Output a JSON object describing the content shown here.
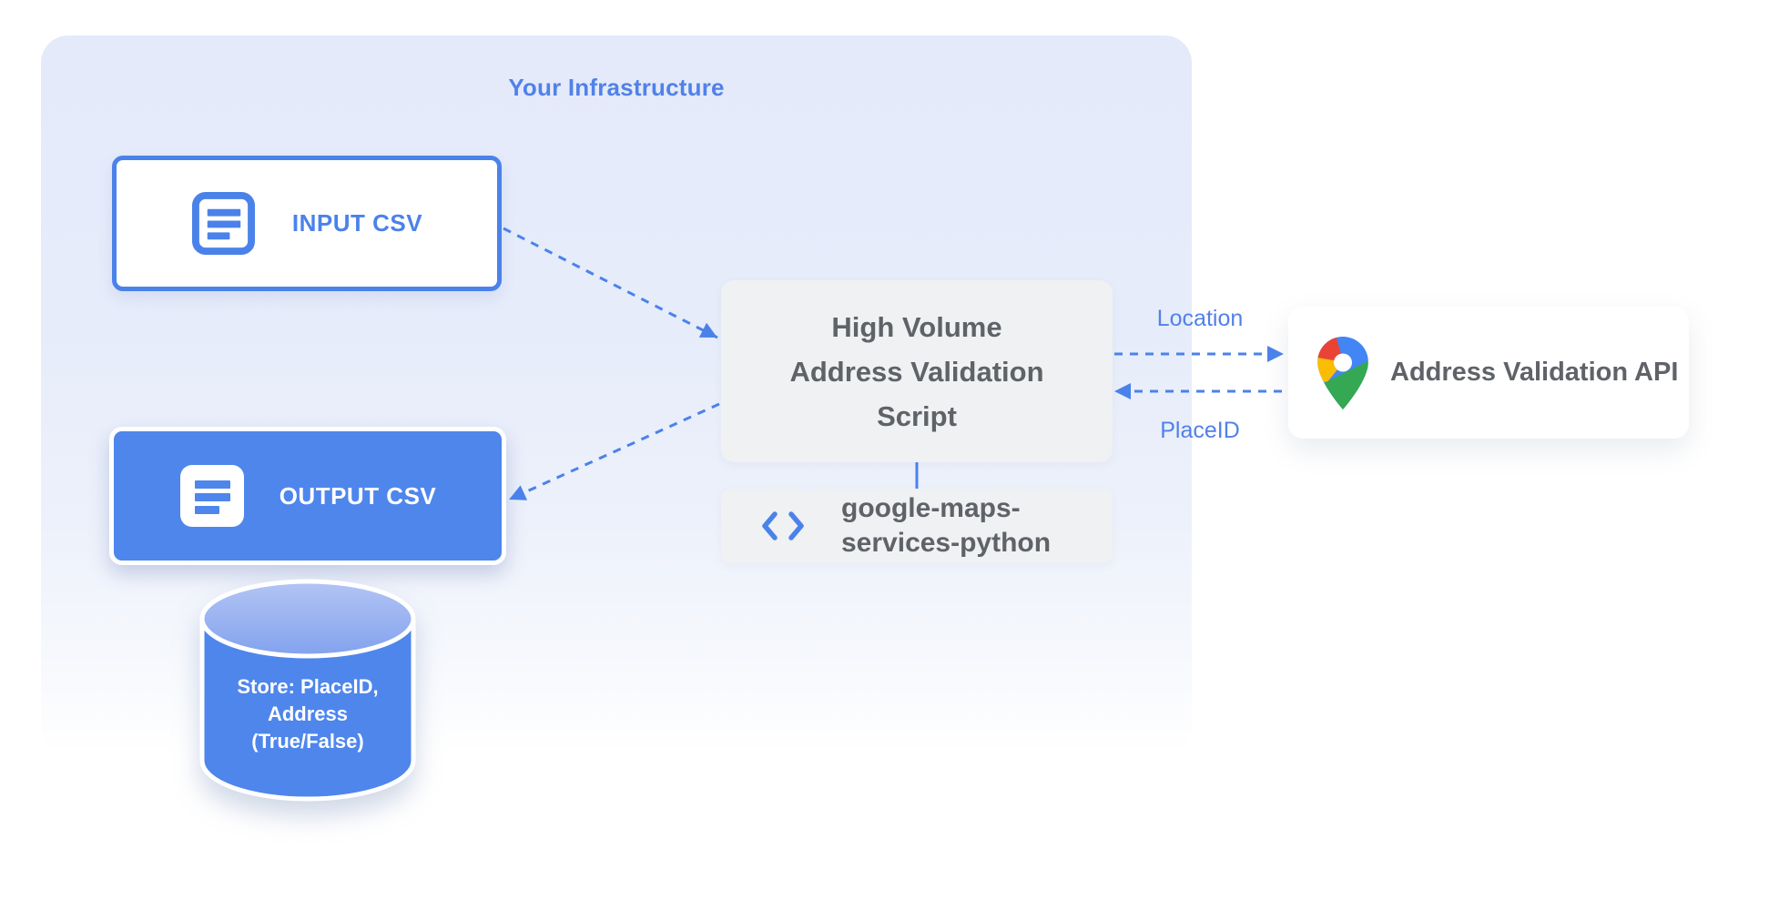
{
  "infrastructure": {
    "title": "Your Infrastructure"
  },
  "nodes": {
    "input_csv": {
      "label": "INPUT CSV",
      "icon": "document-list-icon"
    },
    "output_csv": {
      "label": "OUTPUT CSV",
      "icon": "document-list-icon"
    },
    "datastore": {
      "lines": [
        "Store: PlaceID,",
        "Address",
        "(True/False)"
      ],
      "icon": "database-cylinder"
    },
    "script": {
      "lines": [
        "High Volume",
        "Address Validation",
        "Script"
      ]
    },
    "library": {
      "lines": [
        "google-maps-",
        "services-python"
      ],
      "icon": "code-brackets-icon"
    },
    "api": {
      "label": "Address Validation API",
      "icon": "google-maps-pin-icon"
    }
  },
  "edges": {
    "input_to_script": {
      "style": "dashed"
    },
    "script_to_output": {
      "style": "dashed"
    },
    "script_to_api": {
      "label": "Location",
      "style": "dashed"
    },
    "api_to_script": {
      "label": "PlaceID",
      "style": "dashed"
    }
  },
  "colors": {
    "primary_blue": "#4b82ea",
    "fill_blue": "#4e86ec",
    "label_blue": "#5181e8",
    "text_gray": "#5f6368",
    "container_blue": "#e4eafa",
    "box_gray": "#f0f1f2",
    "pin_red": "#ea4335",
    "pin_blue": "#4285f4",
    "pin_yellow": "#fbbc04",
    "pin_green": "#34a853"
  }
}
